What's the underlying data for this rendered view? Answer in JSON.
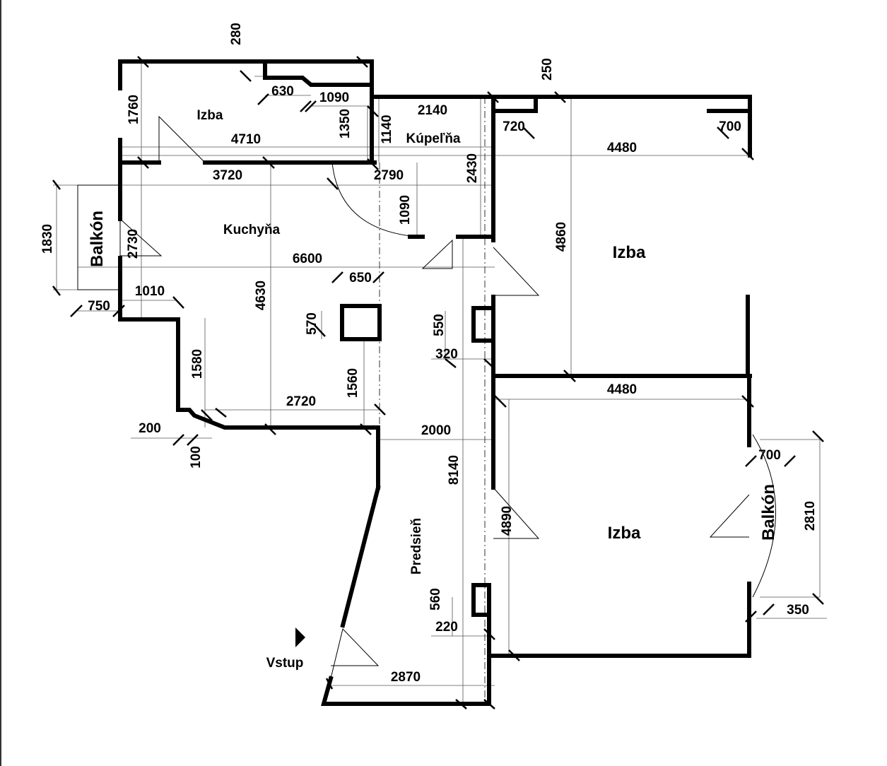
{
  "rooms": {
    "izba_small": "Izba",
    "bathroom": "Kúpeľňa",
    "kitchen": "Kuchyňa",
    "izba_upper_right": "Izba",
    "izba_lower_right": "Izba",
    "balcony_left": "Balkón",
    "balcony_right": "Balkón",
    "hall": "Predsieň",
    "entrance": "Vstup"
  },
  "dims": [
    "280",
    "630",
    "1090",
    "1760",
    "4710",
    "1350",
    "1140",
    "2140",
    "720",
    "250",
    "700",
    "4480",
    "3720",
    "2790",
    "2430",
    "1090",
    "4860",
    "1830",
    "2730",
    "6600",
    "650",
    "1010",
    "750",
    "4630",
    "570",
    "550",
    "320",
    "1580",
    "1560",
    "4480",
    "2720",
    "200",
    "2000",
    "100",
    "700",
    "8140",
    "4890",
    "2810",
    "560",
    "220",
    "350",
    "2870"
  ]
}
